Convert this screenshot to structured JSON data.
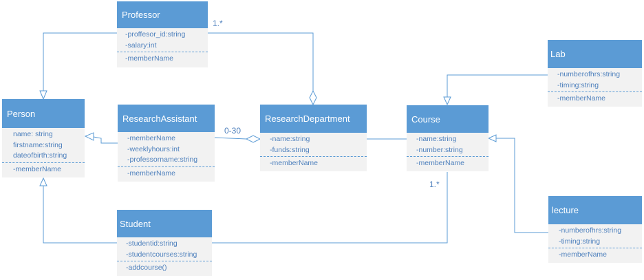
{
  "colors": {
    "header_fill": "#5b9bd5",
    "body_fill": "#f2f2f2",
    "line": "#5b9bd5",
    "text": "#4f81bd"
  },
  "classes": {
    "professor": {
      "name": "Professor",
      "attributes": [
        "-proffesor_id:string",
        "-salary:int"
      ],
      "operations": [
        "-memberName"
      ]
    },
    "person": {
      "name": "Person",
      "attributes": [
        "name: string",
        "firstname:string",
        "dateofbirth:string"
      ],
      "operations": [
        "-memberName"
      ]
    },
    "research_assistant": {
      "name": "ResearchAssistant",
      "attributes": [
        "-memberName",
        "-weeklyhours:int",
        "-professorname:string"
      ],
      "operations": [
        "-memberName"
      ]
    },
    "research_department": {
      "name": "ResearchDepartment",
      "attributes": [
        "-name:string",
        "-funds:string"
      ],
      "operations": [
        "-memberName"
      ]
    },
    "course": {
      "name": "Course",
      "attributes": [
        "-name:string",
        "-number:string"
      ],
      "operations": [
        "-memberName"
      ]
    },
    "lab": {
      "name": "Lab",
      "attributes": [
        "-numberofhrs:string",
        "-timing:string"
      ],
      "operations": [
        "-memberName"
      ]
    },
    "lecture": {
      "name": "lecture",
      "attributes": [
        "-numberofhrs:string",
        "-timing:string"
      ],
      "operations": [
        "-memberName"
      ]
    },
    "student": {
      "name": "Student",
      "attributes": [
        "-studentid:string",
        "-studentcourses:string"
      ],
      "operations": [
        "-addcourse()"
      ]
    }
  },
  "multiplicities": {
    "professor_department": "1.*",
    "assistant_department": "0-30",
    "student_course": "1.*"
  },
  "relationships": [
    {
      "from": "professor",
      "to": "person",
      "kind": "generalization"
    },
    {
      "from": "research_assistant",
      "to": "person",
      "kind": "generalization"
    },
    {
      "from": "student",
      "to": "person",
      "kind": "generalization"
    },
    {
      "from": "professor",
      "to": "research_department",
      "kind": "aggregation"
    },
    {
      "from": "research_assistant",
      "to": "research_department",
      "kind": "aggregation"
    },
    {
      "from": "research_department",
      "to": "course",
      "kind": "association"
    },
    {
      "from": "lab",
      "to": "course",
      "kind": "generalization"
    },
    {
      "from": "lecture",
      "to": "course",
      "kind": "generalization"
    },
    {
      "from": "student",
      "to": "course",
      "kind": "association"
    }
  ]
}
